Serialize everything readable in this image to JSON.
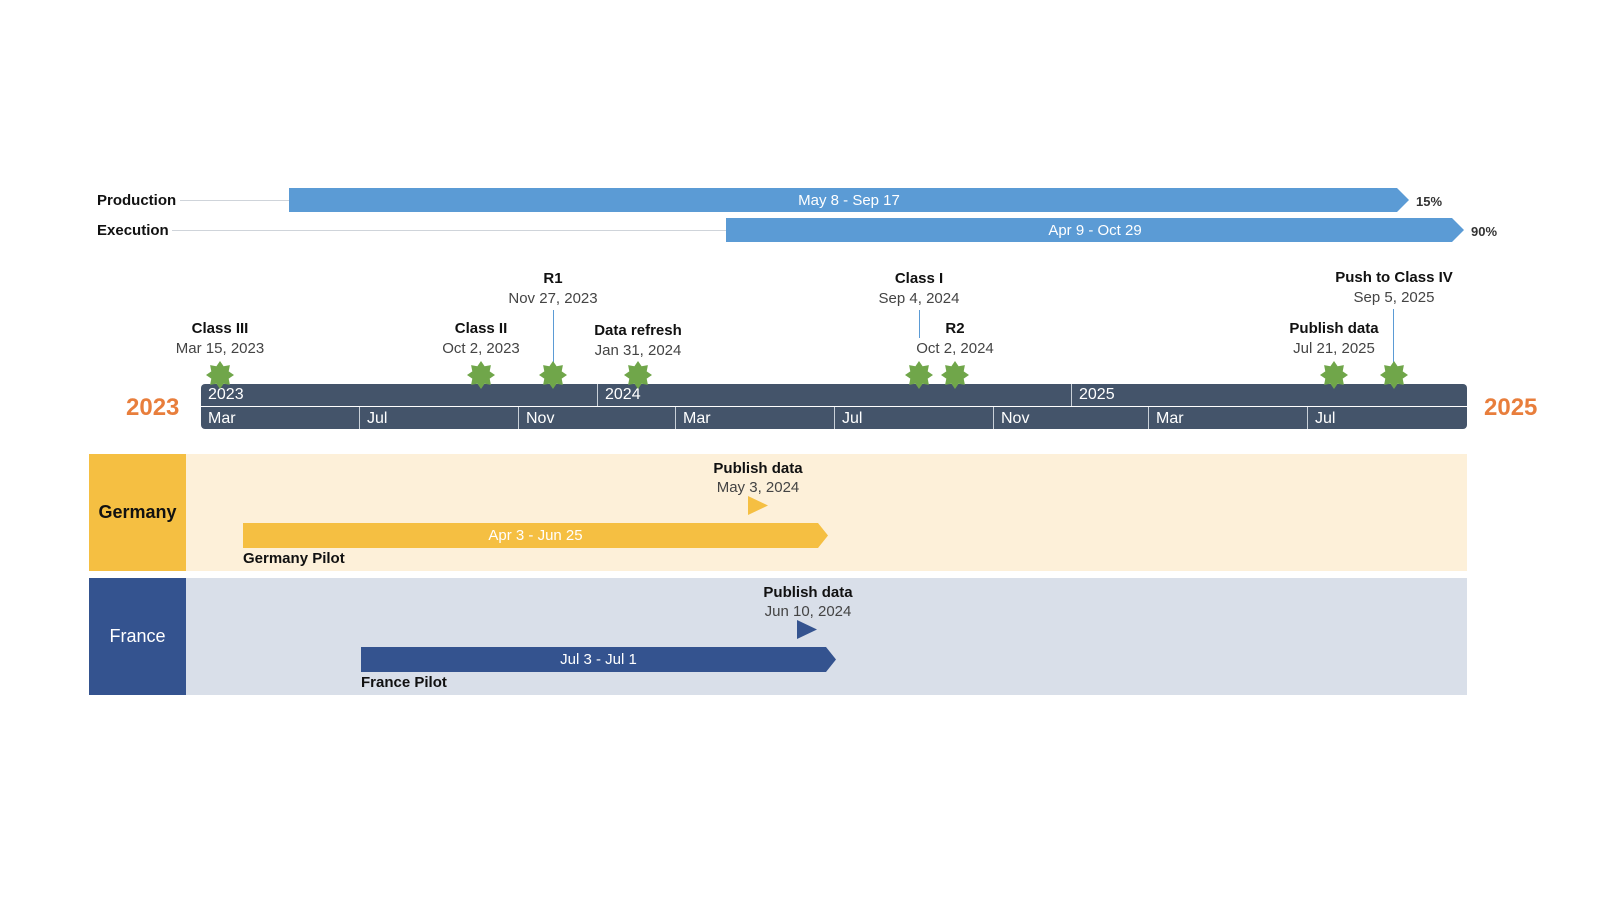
{
  "timeline": {
    "start_year_label": "2023",
    "end_year_label": "2025",
    "years": [
      "2023",
      "2024",
      "2025"
    ],
    "months": [
      "Mar",
      "Jul",
      "Nov",
      "Mar",
      "Jul",
      "Nov",
      "Mar",
      "Jul"
    ],
    "colors": {
      "scale_bg": "#44546a",
      "year_accent": "#e87e3c",
      "task_bar": "#5b9bd5",
      "milestone": "#70a64a",
      "germany_accent": "#f5bf42",
      "germany_bg": "#fdf0d9",
      "france_accent": "#34538f",
      "france_bg": "#d9dfe9"
    }
  },
  "tasks": [
    {
      "name": "Production",
      "range": "May 8 - Sep 17",
      "percent": "15%"
    },
    {
      "name": "Execution",
      "range": "Apr 9 - Oct 29",
      "percent": "90%"
    }
  ],
  "milestones": [
    {
      "title": "Class III",
      "date": "Mar 15, 2023",
      "icon": "star-burst-icon"
    },
    {
      "title": "Class II",
      "date": "Oct 2, 2023",
      "icon": "star-burst-icon"
    },
    {
      "title": "R1",
      "date": "Nov 27, 2023",
      "icon": "star-burst-icon"
    },
    {
      "title": "Data refresh",
      "date": "Jan 31, 2024",
      "icon": "star-burst-icon"
    },
    {
      "title": "Class I",
      "date": "Sep 4, 2024",
      "icon": "star-burst-icon"
    },
    {
      "title": "R2",
      "date": "Oct 2, 2024",
      "icon": "star-burst-icon"
    },
    {
      "title": "Publish data",
      "date": "Jul 21, 2025",
      "icon": "star-burst-icon"
    },
    {
      "title": "Push to Class IV",
      "date": "Sep 5, 2025",
      "icon": "star-burst-icon"
    }
  ],
  "swimlanes": [
    {
      "name": "Germany",
      "milestone": {
        "title": "Publish data",
        "date": "May 3, 2024",
        "icon": "triangle-flag-icon"
      },
      "task": {
        "range": "Apr 3 - Jun 25",
        "name": "Germany Pilot"
      }
    },
    {
      "name": "France",
      "milestone": {
        "title": "Publish data",
        "date": "Jun 10, 2024",
        "icon": "triangle-flag-icon"
      },
      "task": {
        "range": "Jul 3 - Jul 1",
        "name": "France Pilot"
      }
    }
  ]
}
